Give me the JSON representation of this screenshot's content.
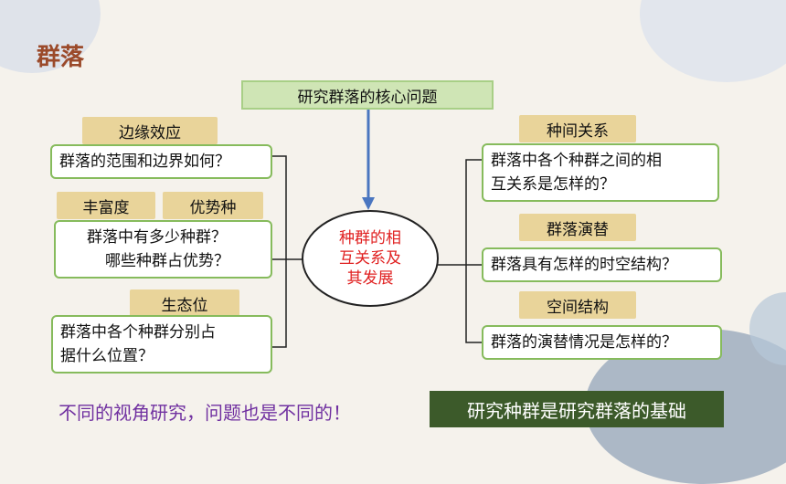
{
  "slide": {
    "title": "群落",
    "central_question": "研究群落的核心问题",
    "center": {
      "line1": "种群的相",
      "line2": "互关系及",
      "line3": "其发展"
    },
    "left": {
      "tag_edge": "边缘效应",
      "q_edge": "群落的范围和边界如何？",
      "tag_richness": "丰富度",
      "tag_dominant": "优势种",
      "q_count_line1": "群落中有多少种群？",
      "q_count_line2": "哪些种群占优势？",
      "tag_niche": "生态位",
      "q_niche_line1": "群落中各个种群分别占",
      "q_niche_line2": "据什么位置？"
    },
    "right": {
      "tag_interspecific": "种间关系",
      "q_inter_line1": "群落中各个种群之间的相",
      "q_inter_line2": "互关系是怎样的？",
      "tag_succession": "群落演替",
      "q_structure": "群落具有怎样的时空结构？",
      "tag_spatial": "空间结构",
      "q_succession": "群落的演替情况是怎样的？"
    },
    "footer_note": "不同的视角研究，问题也是不同的！",
    "footer_box": "研究种群是研究群落的基础"
  },
  "colors": {
    "title": "#9b4a2a",
    "tag_fill": "#e9d49a",
    "box_border": "#86bb5c",
    "header_fill": "#cfe5b5",
    "center_text": "#e02020",
    "arrow": "#4a76c0",
    "footer_note": "#7030a0",
    "footer_box": "#3c5a2a"
  }
}
